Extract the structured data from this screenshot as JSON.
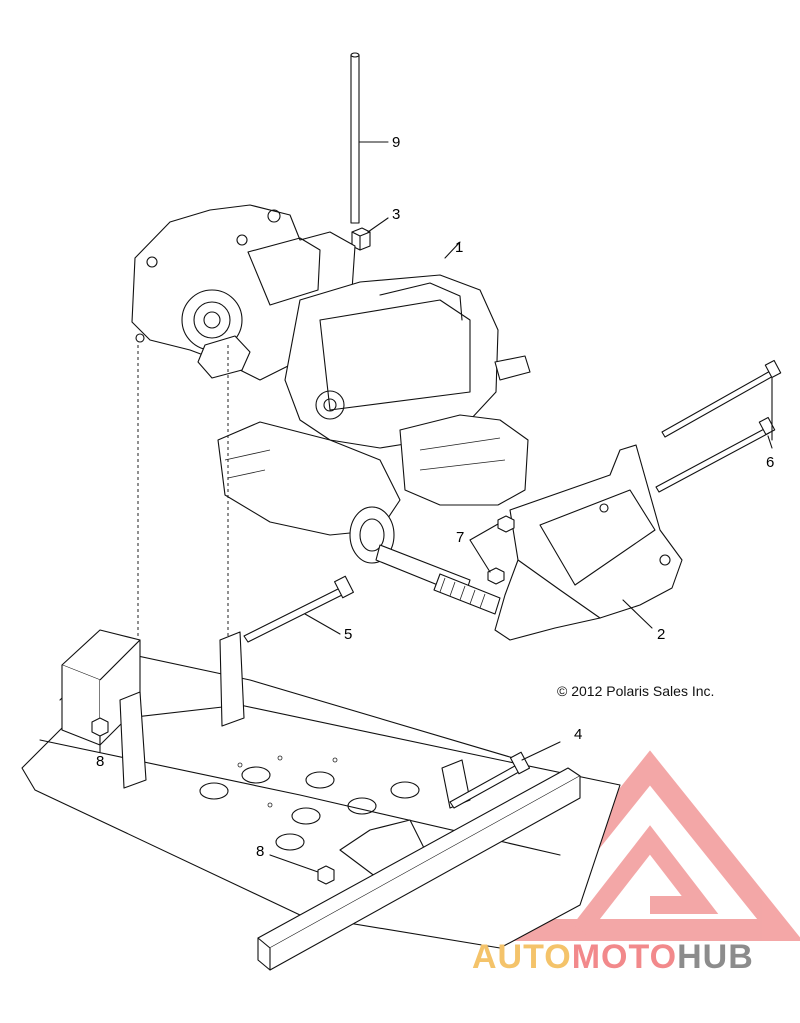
{
  "callouts": [
    {
      "id": "9",
      "label": "9"
    },
    {
      "id": "3",
      "label": "3"
    },
    {
      "id": "1",
      "label": "1"
    },
    {
      "id": "6",
      "label": "6"
    },
    {
      "id": "7",
      "label": "7"
    },
    {
      "id": "5",
      "label": "5"
    },
    {
      "id": "2",
      "label": "2"
    },
    {
      "id": "8a",
      "label": "8"
    },
    {
      "id": "4",
      "label": "4"
    },
    {
      "id": "8b",
      "label": "8"
    }
  ],
  "copyright": "© 2012 Polaris Sales Inc.",
  "watermark": {
    "part1": "AUTO",
    "part2": "MOTO",
    "part3": "HUB",
    "colors": {
      "auto": "#f4c36a",
      "moto": "#f2898b",
      "hub": "#8c8c8c"
    }
  }
}
